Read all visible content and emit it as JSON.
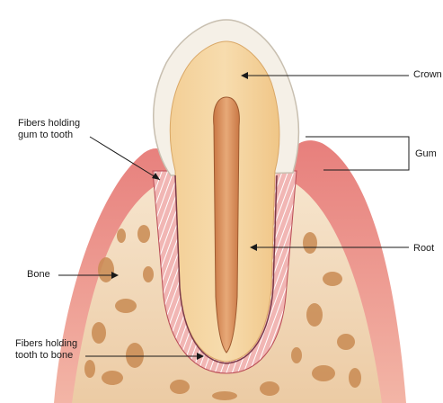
{
  "labels": {
    "crown": "Crown",
    "gum": "Gum",
    "root": "Root",
    "bone": "Bone",
    "fibers_gum_line1": "Fibers holding",
    "fibers_gum_line2": "gum to tooth",
    "fibers_bone_line1": "Fibers holding",
    "fibers_bone_line2": "tooth to bone"
  },
  "colors": {
    "enamel": "#f4efe6",
    "dentin": "#f0c98c",
    "pulp": "#d9905a",
    "gum": "#e98a86",
    "bone_fill": "#f3dcc0",
    "bone_pits": "#c58a52",
    "ligament": "#e9a0a4"
  }
}
